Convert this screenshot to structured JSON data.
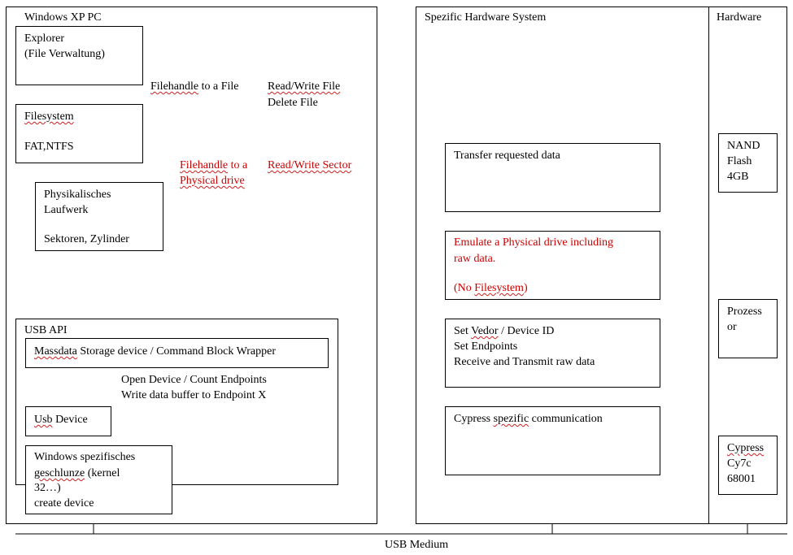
{
  "left_panel": {
    "title": "Windows XP PC",
    "explorer": {
      "line1": "Explorer",
      "line2": "(File Verwaltung)"
    },
    "filesystem": {
      "line1": "Filesystem",
      "line2": "FAT,NTFS"
    },
    "annotation1": {
      "handle_word": "Filehandle",
      "handle_rest": " to a File",
      "ops_line1": "Read/Write File",
      "ops_line2": "Delete File"
    },
    "annotation2": {
      "handle_word": "Filehandle",
      "handle_rest": " to a",
      "handle_line2": "Physical drive",
      "ops": "Read/Write Sector"
    },
    "phys_drive": {
      "line1": "Physikalisches",
      "line2": "Laufwerk",
      "line3": "Sektoren, Zylinder"
    },
    "usb_api": {
      "title": "USB API",
      "massdata": {
        "word1": "Massdata",
        "rest": " Storage device / Command Block Wrapper"
      },
      "ops_line1": "Open Device / Count Endpoints",
      "ops_line2": "Write data buffer to Endpoint X",
      "usb_device": {
        "word1": "Usb",
        "rest": " Device"
      },
      "windows_box": {
        "line1": "Windows spezifisches",
        "line2": "geschlunze",
        "line2_rest": " (kernel",
        "line3": "32…)",
        "line4": "create device"
      }
    }
  },
  "middle_panel": {
    "title": "Spezific Hardware System",
    "transfer": "Transfer requested data",
    "emulate": {
      "line1": "Emulate a Physical drive including",
      "line2": "raw data.",
      "line3_pre": "(No ",
      "line3_word": "Filesystem",
      "line3_post": ")"
    },
    "setvendor": {
      "line1_pre": "Set ",
      "line1_word": "Vedor",
      "line1_post": " / Device ID",
      "line2": "Set Endpoints",
      "line3": "Receive and Transmit raw data"
    },
    "cypress_comm": {
      "pre": "Cypress ",
      "word": "spezific",
      "post": " communication"
    }
  },
  "right_panel": {
    "title": "Hardware",
    "nand": {
      "line1": "NAND",
      "line2": "Flash",
      "line3": "4GB"
    },
    "processor": {
      "line1": "Prozess",
      "line2": "or"
    },
    "cypress_chip": {
      "line1": "Cypress",
      "line2": "Cy7c",
      "line3": "68001"
    }
  },
  "usb_medium": "USB Medium",
  "colors": {
    "text": "#000000",
    "red": "#cc0000",
    "squiggle": "#d02020"
  }
}
